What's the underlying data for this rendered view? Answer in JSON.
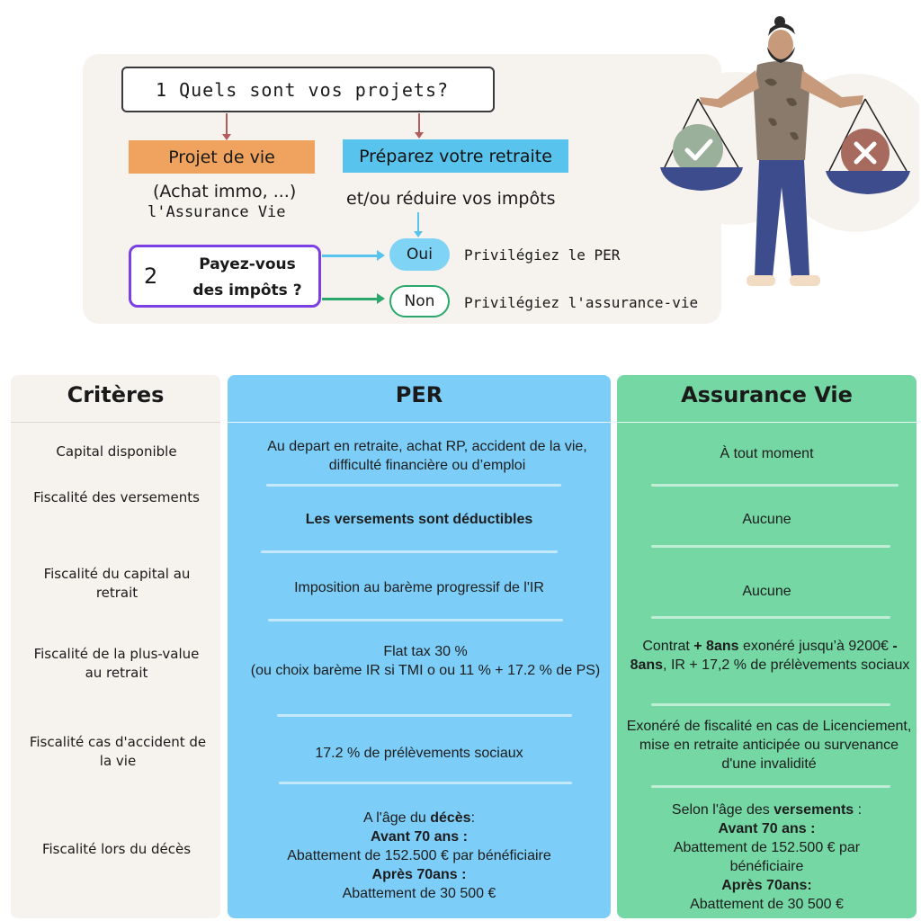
{
  "flow": {
    "q1": "1 Quels sont vos projets?",
    "left_tag": "Projet de vie",
    "left_sub1": "(Achat immo, ...)",
    "left_sub2": "l'Assurance Vie",
    "right_tag": "Préparez votre retraite",
    "right_sub": "et/ou réduire vos impôts",
    "q2_num": "2",
    "q2_line1": "Payez-vous",
    "q2_line2": "des impôts ?",
    "yes": "Oui",
    "yes_advice": "Privilégiez le PER",
    "no": "Non",
    "no_advice": "Privilégiez l'assurance-vie"
  },
  "colors": {
    "panel_bg": "#f6f2ee",
    "orange": "#f0a35e",
    "blue": "#58c3ec",
    "purple": "#7b3fe4",
    "green": "#2aa86b",
    "per_col": "#7ccdf8",
    "av_col": "#74d7a4"
  },
  "illustration": {
    "check_icon": "check-icon",
    "cross_icon": "cross-icon"
  },
  "table": {
    "headers": {
      "criteria": "Critères",
      "per": "PER",
      "av": "Assurance Vie"
    },
    "rows": [
      {
        "criterion": "Capital disponible",
        "per": "Au depart en retraite, achat RP, accident de la vie, difficulté financière ou d’emploi",
        "av": "À tout moment"
      },
      {
        "criterion": "Fiscalité des versements",
        "per": "Les versements sont déductibles",
        "av": "Aucune"
      },
      {
        "criterion": "Fiscalité du capital au retrait",
        "per": "Imposition au barème progressif de l'IR",
        "av": "Aucune"
      },
      {
        "criterion": "Fiscalité de la plus-value au retrait",
        "per_l1": "Flat tax 30 %",
        "per_l2": "(ou choix barème IR si TMI o ou 11 % + 17.2 % de PS)",
        "av_a": "Contrat ",
        "av_b": "+ 8ans",
        "av_c": " exonéré jusqu’à 9200€ ",
        "av_d": "- 8ans",
        "av_e": ", IR + 17,2 % de prélèvements sociaux"
      },
      {
        "criterion": "Fiscalité cas d'accident de la vie",
        "per": "17.2 % de prélèvements sociaux",
        "av": "Exonéré de fiscalité en cas de Licenciement, mise en retraite anticipée ou survenance d'une invalidité"
      },
      {
        "criterion": "Fiscalité lors du décès",
        "per_a": "A l'âge du ",
        "per_b": "décès",
        "per_c": ":",
        "per_d": "Avant 70 ans :",
        "per_e": "Abattement de 152.500 € par bénéficiaire",
        "per_f": "Après 70ans :",
        "per_g": "Abattement de 30 500 €",
        "av_a": "Selon l'âge des ",
        "av_b": "versements",
        "av_c": " :",
        "av_d": "Avant 70 ans :",
        "av_e": "Abattement de 152.500 € par bénéficiaire",
        "av_f": "Après 70ans:",
        "av_g": "Abattement de 30 500 €"
      }
    ]
  }
}
